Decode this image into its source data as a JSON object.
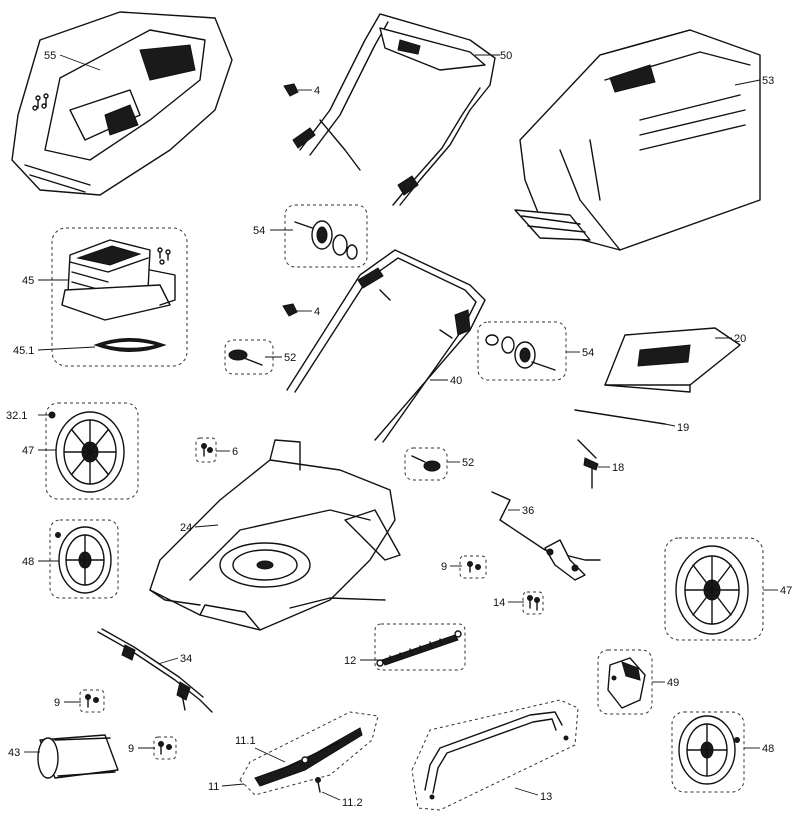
{
  "callouts": {
    "c55": "55",
    "c50": "50",
    "c53": "53",
    "c4a": "4",
    "c4b": "4",
    "c54a": "54",
    "c54b": "54",
    "c45": "45",
    "c45_1": "45.1",
    "c52a": "52",
    "c52b": "52",
    "c40": "40",
    "c20": "20",
    "c19": "19",
    "c32_1": "32.1",
    "c47a": "47",
    "c47b": "47",
    "c6": "6",
    "c18": "18",
    "c24": "24",
    "c36": "36",
    "c48a": "48",
    "c48b": "48",
    "c9a": "9",
    "c9b": "9",
    "c9c": "9",
    "c14": "14",
    "c34": "34",
    "c12": "12",
    "c49": "49",
    "c43": "43",
    "c11_1": "11.1",
    "c11": "11",
    "c11_2": "11.2",
    "c13": "13"
  }
}
